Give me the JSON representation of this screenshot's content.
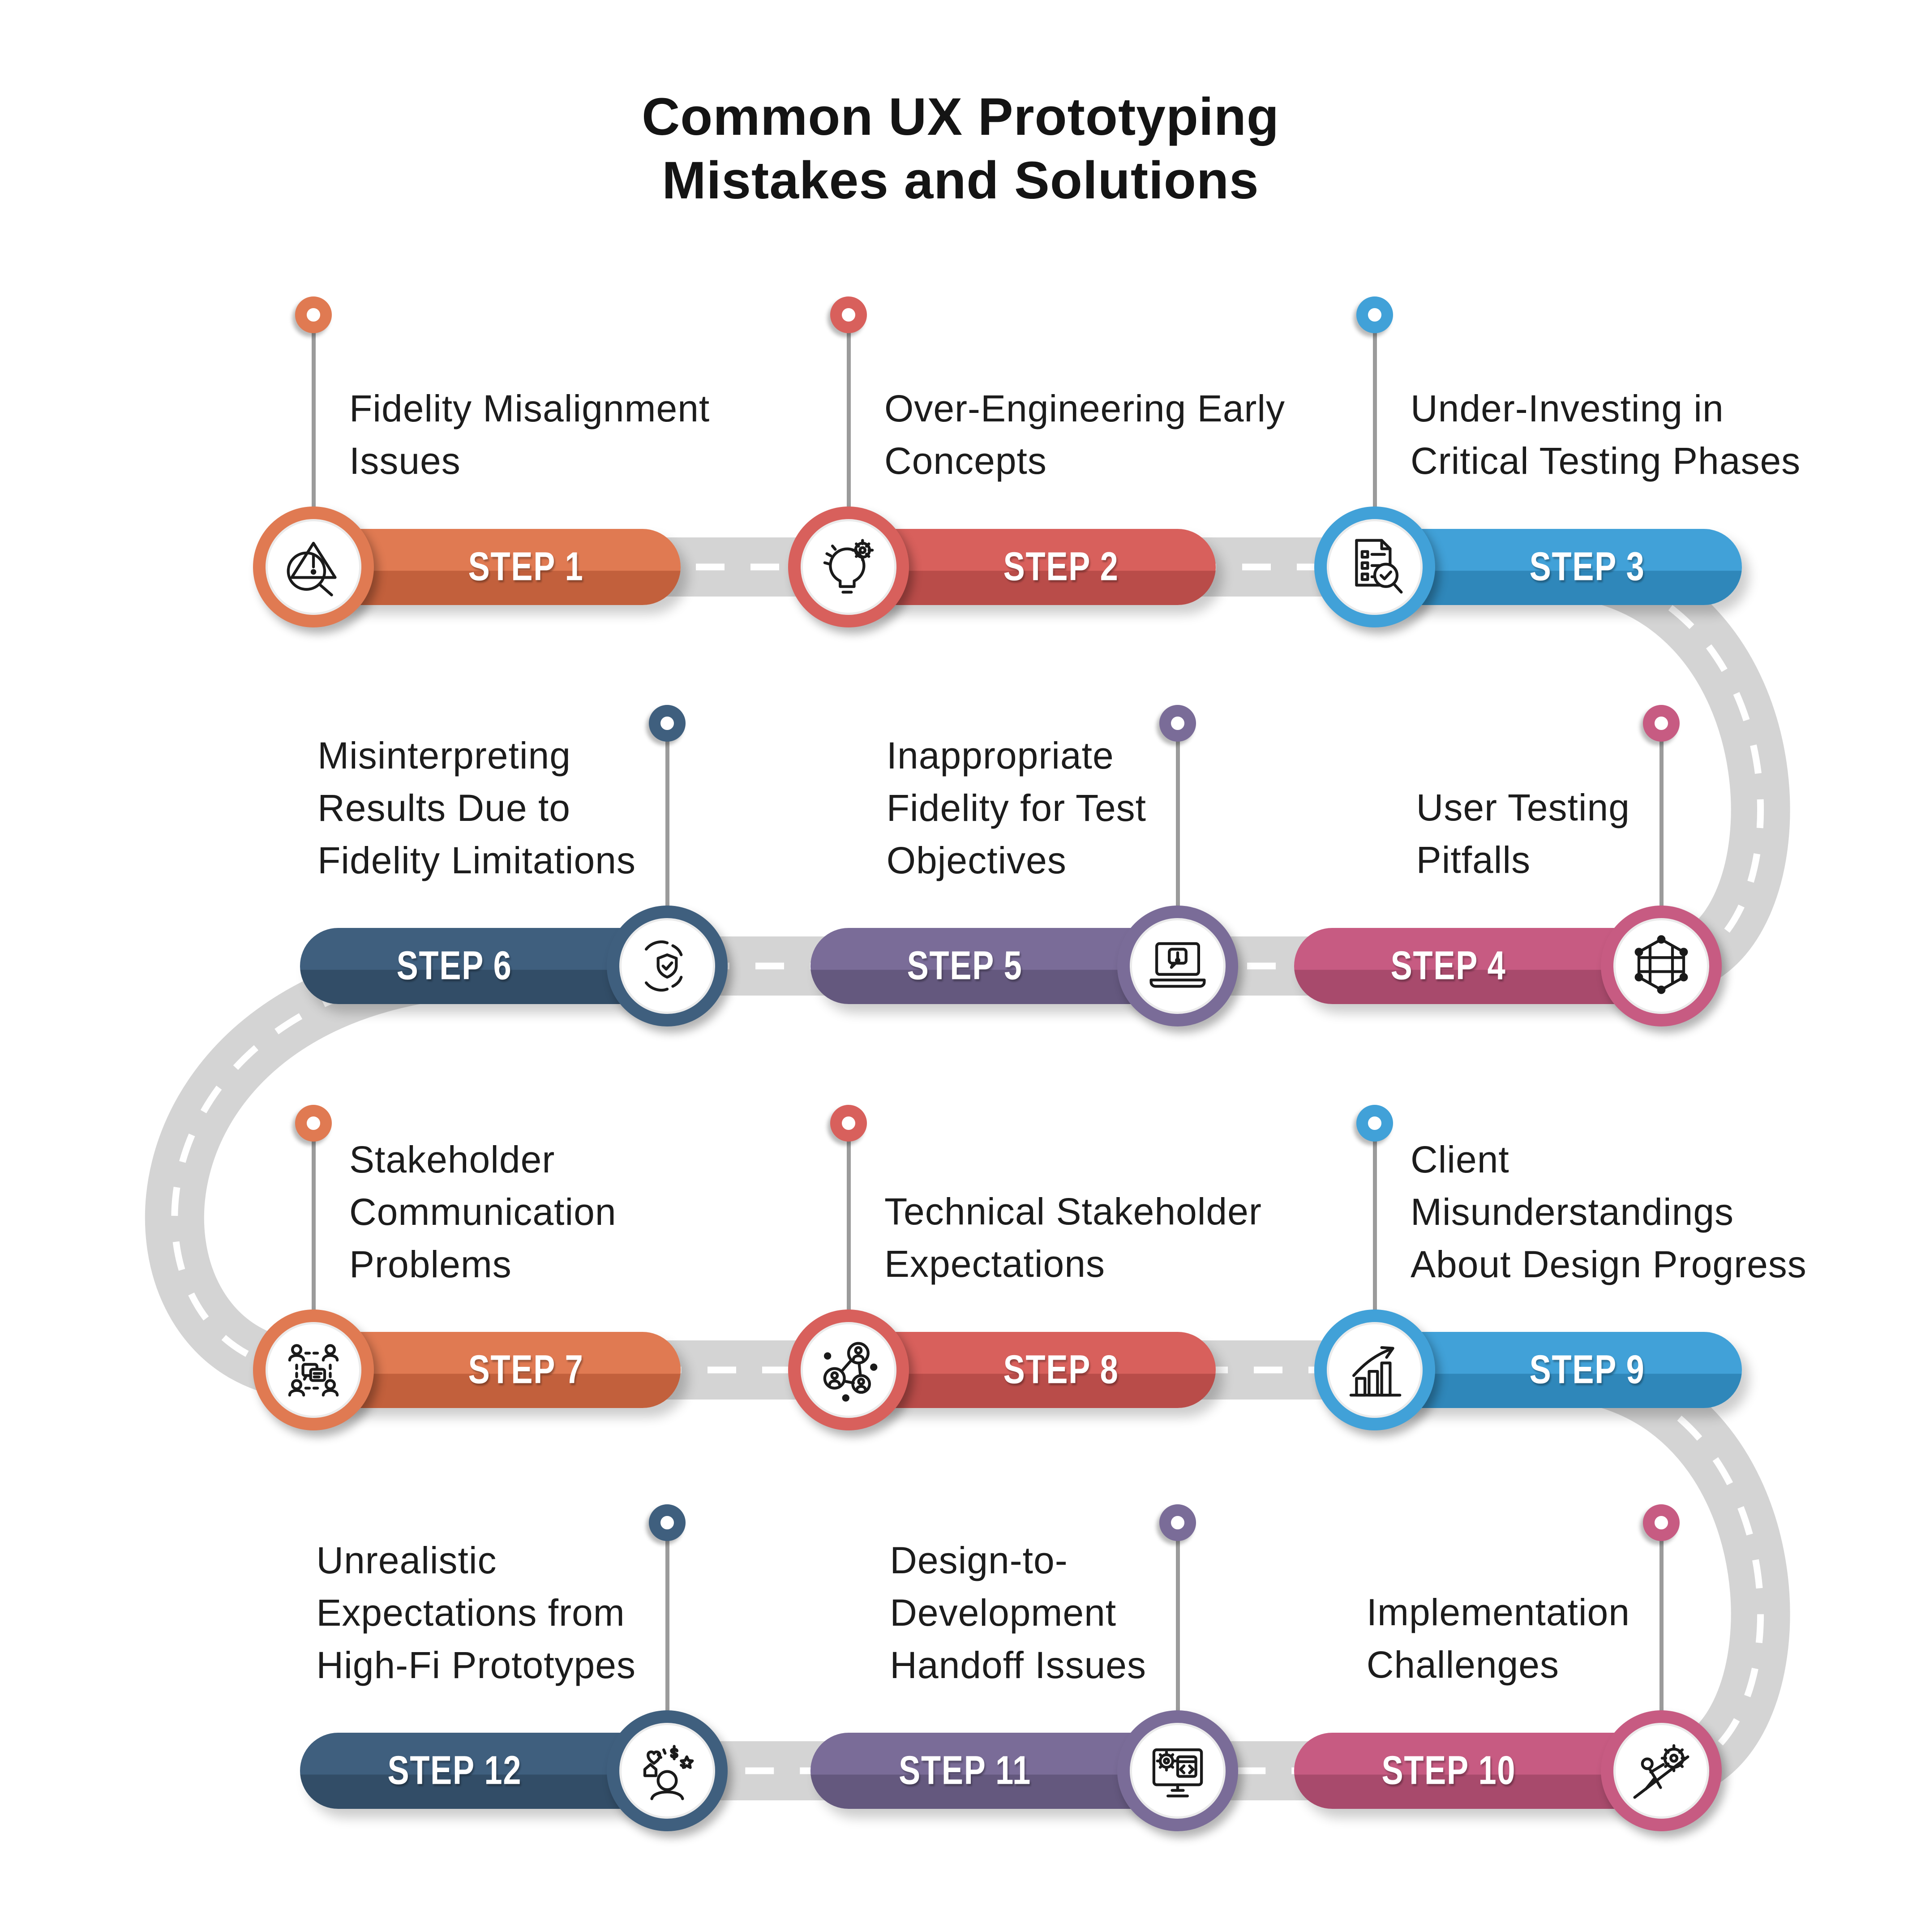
{
  "title": {
    "line1": "Common UX Prototyping",
    "line2": "Mistakes and Solutions"
  },
  "road": {
    "color": "#D4D4D4",
    "dash_color": "#FFFFFF",
    "connector_color": "#9B9B9B"
  },
  "text_color": "#1C1C1C",
  "steps": [
    {
      "label": "STEP 1",
      "color": "#E07A52",
      "color_dark": "#C2603C",
      "icon": "warning-magnifier-icon",
      "line1": "Fidelity Misalignment",
      "line2": "Issues"
    },
    {
      "label": "STEP 2",
      "color": "#D8605C",
      "color_dark": "#B94C49",
      "icon": "lightbulb-gears-icon",
      "line1": "Over-Engineering Early",
      "line2": "Concepts"
    },
    {
      "label": "STEP 3",
      "color": "#41A1D8",
      "color_dark": "#2F87BA",
      "icon": "checklist-magnifier-icon",
      "line1": "Under-Investing in",
      "line2": "Critical Testing Phases"
    },
    {
      "label": "STEP 4",
      "color": "#C75B82",
      "color_dark": "#A84A6C",
      "icon": "network-mesh-icon",
      "line1": "User Testing",
      "line2": "Pitfalls"
    },
    {
      "label": "STEP 5",
      "color": "#7A6C98",
      "color_dark": "#64587E",
      "icon": "laptop-alert-icon",
      "line1": "Inappropriate",
      "line2": "Fidelity for Test",
      "line3": "Objectives"
    },
    {
      "label": "STEP 6",
      "color": "#3F5F7E",
      "color_dark": "#324D67",
      "icon": "hands-shield-icon",
      "line1": "Misinterpreting",
      "line2": "Results Due to",
      "line3": "Fidelity Limitations"
    },
    {
      "label": "STEP 7",
      "color": "#E07A52",
      "color_dark": "#C2603C",
      "icon": "team-chat-icon",
      "line1": "Stakeholder",
      "line2": "Communication",
      "line3": "Problems"
    },
    {
      "label": "STEP 8",
      "color": "#D8605C",
      "color_dark": "#B94C49",
      "icon": "people-network-icon",
      "line1": "Technical Stakeholder",
      "line2": "Expectations"
    },
    {
      "label": "STEP 9",
      "color": "#41A1D8",
      "color_dark": "#2F87BA",
      "icon": "growth-chart-icon",
      "line1": "Client",
      "line2": "Misunderstandings",
      "line3": "About Design Progress"
    },
    {
      "label": "STEP 10",
      "color": "#C75B82",
      "color_dark": "#A84A6C",
      "icon": "person-gear-icon",
      "line1": "Implementation",
      "line2": "Challenges"
    },
    {
      "label": "STEP 11",
      "color": "#7A6C98",
      "color_dark": "#64587E",
      "icon": "monitor-code-icon",
      "line1": "Design-to-",
      "line2": "Development",
      "line3": "Handoff Issues"
    },
    {
      "label": "STEP 12",
      "color": "#3F5F7E",
      "color_dark": "#324D67",
      "icon": "person-ideas-icon",
      "line1": "Unrealistic",
      "line2": "Expectations from",
      "line3": "High-Fi Prototypes"
    }
  ]
}
